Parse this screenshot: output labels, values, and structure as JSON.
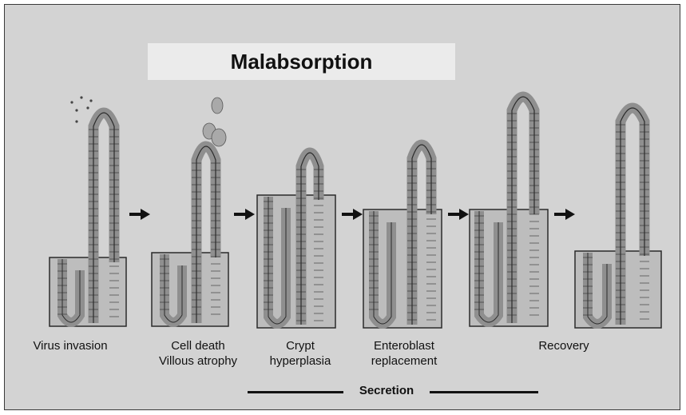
{
  "title": "Malabsorption",
  "stages": [
    {
      "line1": "Virus invasion",
      "line2": ""
    },
    {
      "line1": "Cell death",
      "line2": "Villous atrophy"
    },
    {
      "line1": "Crypt",
      "line2": "hyperplasia"
    },
    {
      "line1": "Enteroblast",
      "line2": "replacement"
    },
    {
      "line1": "Recovery",
      "line2": ""
    }
  ],
  "secretion_label": "Secretion",
  "colors": {
    "background": "#d3d3d3",
    "tissue": "#bdbdbd",
    "epithelium": "#8f8f8f",
    "outline": "#2b2b2b"
  }
}
